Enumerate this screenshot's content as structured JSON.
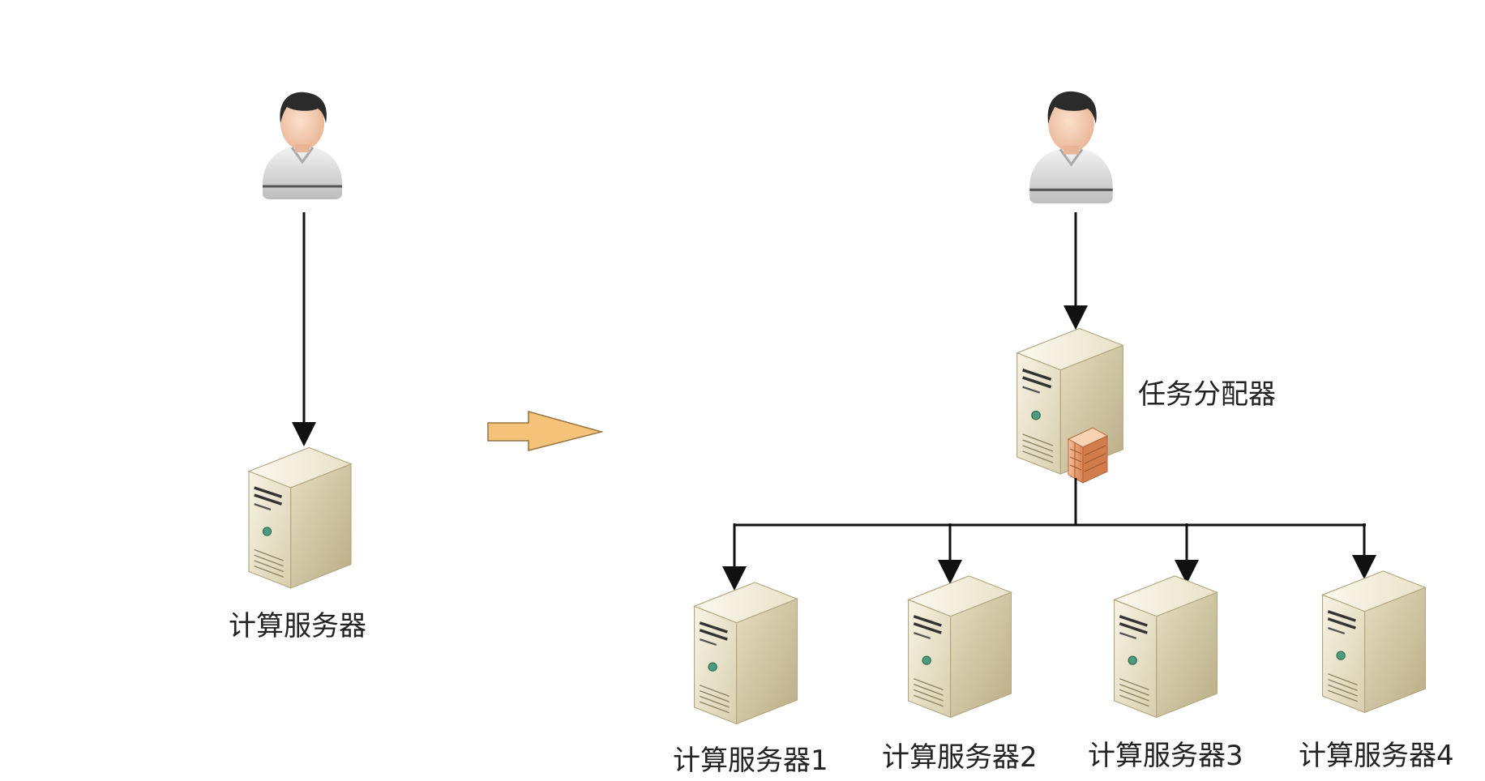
{
  "diagram": {
    "before": {
      "user_icon": "user-icon",
      "server_icon": "server-icon",
      "server_label": "计算服务器"
    },
    "transition_arrow": {
      "icon": "right-arrow-icon",
      "color": "#F5C27A"
    },
    "after": {
      "user_icon": "user-icon",
      "dispatcher_icon": "server-with-firewall-icon",
      "dispatcher_label": "任务分配器",
      "servers": [
        {
          "label": "计算服务器1",
          "icon": "server-icon"
        },
        {
          "label": "计算服务器2",
          "icon": "server-icon"
        },
        {
          "label": "计算服务器3",
          "icon": "server-icon"
        },
        {
          "label": "计算服务器4",
          "icon": "server-icon"
        }
      ]
    },
    "colors": {
      "connector": "#111111",
      "server_light": "#F1EBD6",
      "server_dark": "#C9BE98",
      "firewall": "#E8A070"
    }
  }
}
